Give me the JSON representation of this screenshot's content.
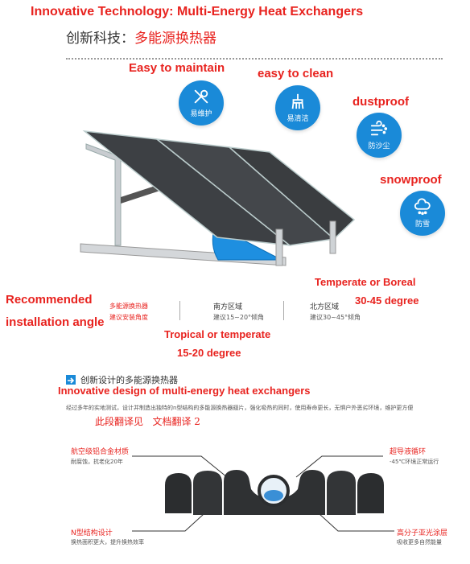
{
  "header": {
    "title_en": "Innovative Technology: Multi-Energy Heat Exchangers",
    "title_cn_prefix": "创新科技：",
    "title_cn_highlight": "多能源换热器"
  },
  "features": [
    {
      "label_en": "Easy to maintain",
      "label_cn": "易维护",
      "icon": "wrench-screwdriver-icon"
    },
    {
      "label_en": "easy to clean",
      "label_cn": "易清洁",
      "icon": "broom-icon"
    },
    {
      "label_en": "dustproof",
      "label_cn": "防沙尘",
      "icon": "wind-dust-icon"
    },
    {
      "label_en": "snowproof",
      "label_cn": "防雪",
      "icon": "snow-cloud-icon"
    }
  ],
  "install": {
    "recommended_en_1": "Recommended",
    "recommended_en_2": "installation angle",
    "product_cn": "多能源换热器",
    "product_sub_cn": "建议安装角度",
    "south_title_cn": "南方区域",
    "south_sub_cn": "建议15~20°倾角",
    "north_title_cn": "北方区域",
    "north_sub_cn": "建议30~45°倾角",
    "tropical_en_1": "Tropical or temperate",
    "tropical_en_2": "15-20 degree",
    "boreal_en_1": "Temperate or Boreal",
    "boreal_en_2": "30-45 degree"
  },
  "design": {
    "title_cn": "创新设计的多能源换热器",
    "title_en": "Innovative design of multi-energy heat exchangers",
    "description_cn": "经过多年的实地测试，设计并制造出独特的n型结构的多能源换热器翅片，强化吸热的同时，使用寿命更长，无惧户外恶劣环境，维护更方便",
    "translation_note_cn": "此段翻译见   文档翻译 2",
    "callouts": [
      {
        "title": "航空级铝合金材质",
        "sub": "耐腐蚀，抗老化20年"
      },
      {
        "title": "超导液循环",
        "sub": "-45℃环境正常运行"
      },
      {
        "title": "N型结构设计",
        "sub": "换热面积更大，提升换热效率"
      },
      {
        "title": "高分子亚光涂层",
        "sub": "吸收更多自然能量"
      }
    ]
  },
  "colors": {
    "accent_red": "#e8231f",
    "accent_blue": "#1a8ad8",
    "panel_dark": "#3a3d40"
  }
}
